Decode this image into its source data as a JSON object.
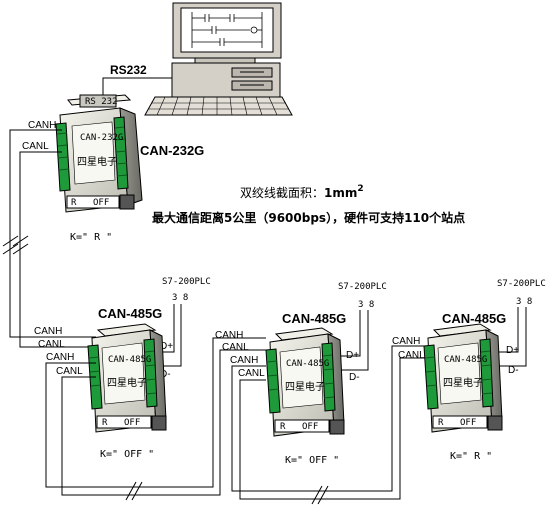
{
  "computer": {
    "port_label": "RS232"
  },
  "converter_232": {
    "model": "CAN-232G",
    "face_port": "RS 232",
    "face_title": "CAN-232G",
    "face_brand": "四星电子",
    "switch_left": "R",
    "switch_right": "OFF",
    "switch_setting": "K=\" R \"",
    "canh": "CANH",
    "canl": "CANL"
  },
  "notes": {
    "line1_prefix": "双绞线截面积：",
    "line1_value": "1mm",
    "line1_sup": "2",
    "line2": "最大通信距离5公里（9600bps），硬件可支持110个站点"
  },
  "nodes": [
    {
      "model": "CAN-485G",
      "plc": "S7-200PLC",
      "pins": "3 8",
      "d_plus": "D+",
      "d_minus": "D-",
      "canh_in": "CANH",
      "canl_in": "CANL",
      "canh_out": "CANH",
      "canl_out": "CANL",
      "face_title": "CAN-485G",
      "face_brand": "四星电子",
      "switch_left": "R",
      "switch_right": "OFF",
      "switch_setting": "K=\" OFF \""
    },
    {
      "model": "CAN-485G",
      "plc": "S7-200PLC",
      "pins": "3 8",
      "d_plus": "D+",
      "d_minus": "D-",
      "canh_in": "CANH",
      "canl_in": "CANL",
      "canh_out": "CANH",
      "canl_out": "CANL",
      "face_title": "CAN-485G",
      "face_brand": "四星电子",
      "switch_left": "R",
      "switch_right": "OFF",
      "switch_setting": "K=\" OFF \""
    },
    {
      "model": "CAN-485G",
      "plc": "S7-200PLC",
      "pins": "3 8",
      "d_plus": "D+",
      "d_minus": "D-",
      "canh_in": "CANH",
      "canl_in": "CANL",
      "face_title": "CAN-485G",
      "face_brand": "四星电子",
      "switch_left": "R",
      "switch_right": "OFF",
      "switch_setting": "K=\" R \""
    }
  ],
  "colors": {
    "device_body": "#e8e8e0",
    "terminal_green": "#1f9a3a",
    "screen": "#ffffff",
    "pc_gray": "#d4d0c8"
  }
}
